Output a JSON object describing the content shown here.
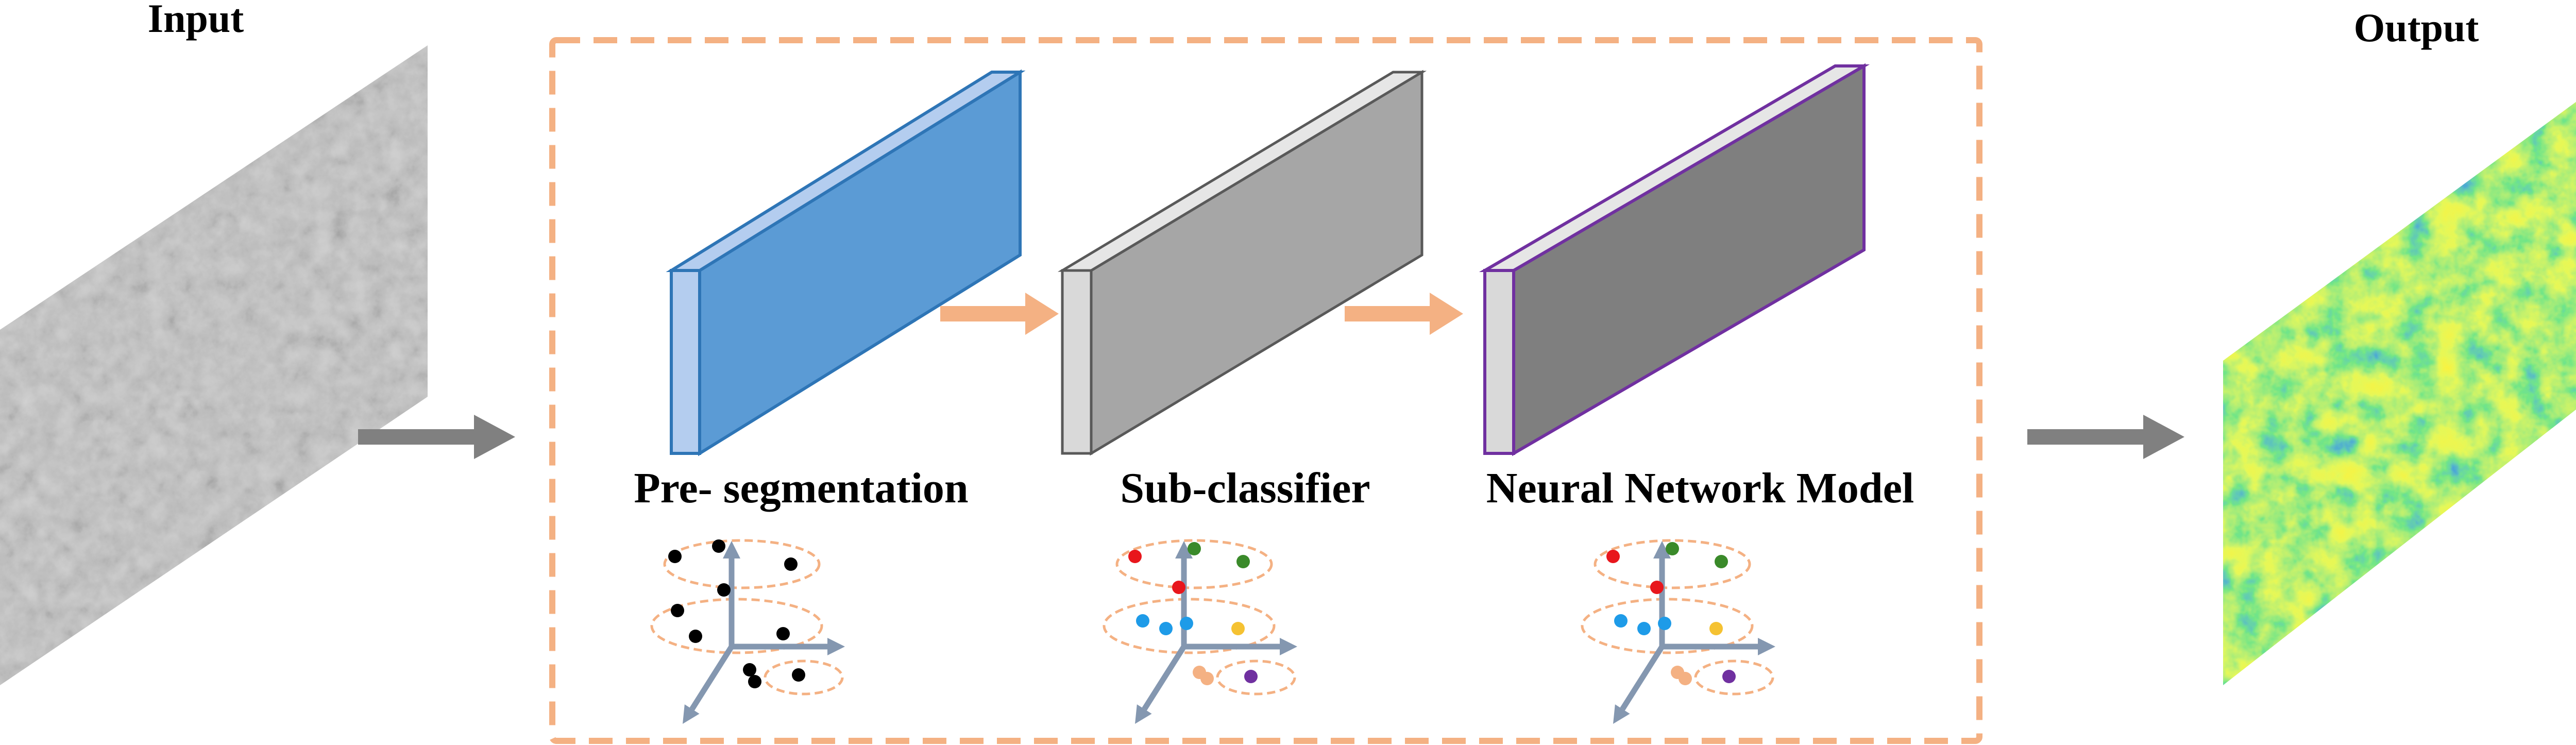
{
  "labels": {
    "input": "Input",
    "output": "Output",
    "stage_1": "Pre- segmentation",
    "stage_2": "Sub-classifier",
    "stage_3": "Neural Network Model"
  },
  "colors": {
    "process_frame": "#f4b183",
    "flow_arrow_gray": "#808080",
    "flow_arrow_orange": "#f4b183",
    "stage_1_face": "#5b9bd5",
    "stage_1_edge": "#2e75b6",
    "stage_2_face": "#a6a6a6",
    "stage_2_edge": "#595959",
    "stage_3_face": "#7f7f7f",
    "stage_3_edge": "#7030a0",
    "axis": "#8497b0",
    "cluster_ring": "#f4b183",
    "output_map": [
      "#0b3fd0",
      "#2cc93c",
      "#c8ef19",
      "#f2e40e",
      "#f08a1e"
    ],
    "scatter_points_stage_1": [
      "#000000"
    ],
    "scatter_points_stage_2_3": [
      "#e8161c",
      "#3a8a2a",
      "#1e9be8",
      "#f5c232",
      "#f4b183",
      "#7030a0"
    ]
  },
  "icons": {
    "input_image": "grayscale-texture-parallelogram",
    "output_image": "heatmap-parallelogram",
    "stage_block": "3d-slab",
    "scatter": "3d-axes-cluster-icon"
  }
}
